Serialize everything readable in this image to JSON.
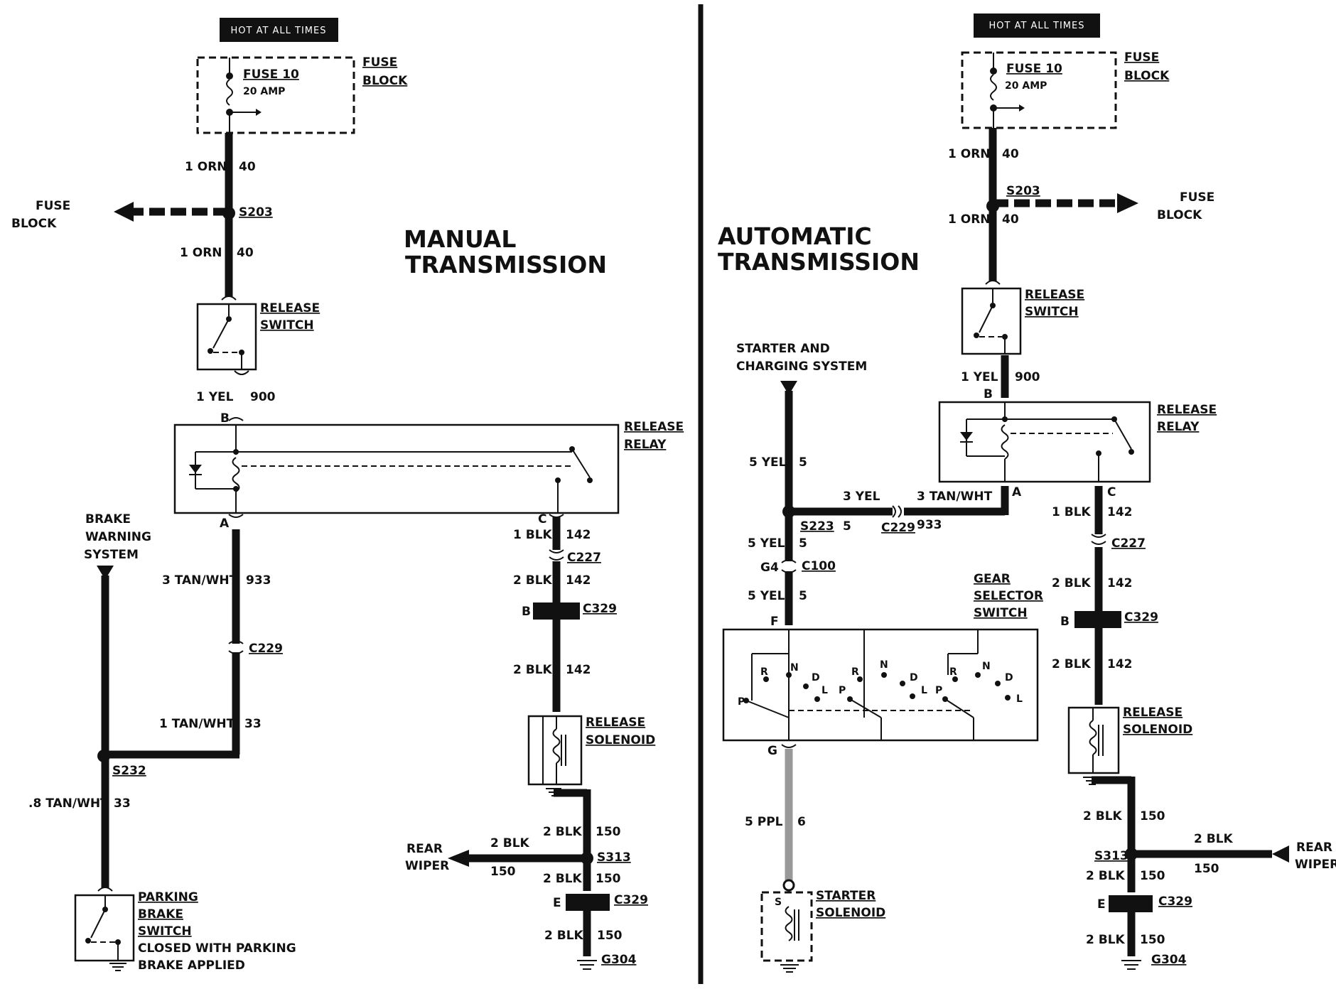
{
  "hot_banner": "HOT AT ALL TIMES",
  "manual": {
    "title_line1": "MANUAL",
    "title_line2": "TRANSMISSION",
    "fuse_name": "FUSE 10",
    "fuse_rating": "20 AMP",
    "fuse_block_line1": "FUSE",
    "fuse_block_line2": "BLOCK",
    "side_fuse_line1": "FUSE",
    "side_fuse_line2": "BLOCK",
    "w1_label": "1 ORN",
    "w1_circuit": "40",
    "splice_s203": "S203",
    "w2_label": "1 ORN",
    "w2_circuit": "40",
    "release_switch_line1": "RELEASE",
    "release_switch_line2": "SWITCH",
    "w3_label": "1 YEL",
    "w3_circuit": "900",
    "pin_b": "B",
    "release_relay_line1": "RELEASE",
    "release_relay_line2": "RELAY",
    "pin_a": "A",
    "pin_c": "C",
    "brake_line1": "BRAKE",
    "brake_line2": "WARNING",
    "brake_line3": "SYSTEM",
    "w4_label": "3 TAN/WHT",
    "w4_circuit": "933",
    "conn_c229": "C229",
    "w5_label": "1 TAN/WHT",
    "w5_circuit": "33",
    "splice_s232": "S232",
    "w6_label": ".8 TAN/WHT",
    "w6_circuit": "33",
    "parking_line1": "PARKING",
    "parking_line2": "BRAKE",
    "parking_line3": "SWITCH",
    "parking_line4": "CLOSED WITH PARKING",
    "parking_line5": "BRAKE APPLIED",
    "w7_label": "1 BLK",
    "w7_circuit": "142",
    "conn_c227": "C227",
    "w8_label": "2 BLK",
    "w8_circuit": "142",
    "pin_b2": "B",
    "conn_c329": "C329",
    "w9_label": "2 BLK",
    "w9_circuit": "142",
    "solenoid_line1": "RELEASE",
    "solenoid_line2": "SOLENOID",
    "w10_label": "2 BLK",
    "w10_circuit": "150",
    "rear_line1": "REAR",
    "rear_line2": "WIPER",
    "w11_label": "2 BLK",
    "w11_circuit": "150",
    "splice_s313": "S313",
    "w12_label": "2 BLK",
    "w12_circuit": "150",
    "pin_e": "E",
    "conn_c329b": "C329",
    "w13_label": "2 BLK",
    "w13_circuit": "150",
    "ground_g304": "G304"
  },
  "automatic": {
    "title_line1": "AUTOMATIC",
    "title_line2": "TRANSMISSION",
    "fuse_name": "FUSE 10",
    "fuse_rating": "20 AMP",
    "fuse_block_line1": "FUSE",
    "fuse_block_line2": "BLOCK",
    "side_fuse_line1": "FUSE",
    "side_fuse_line2": "BLOCK",
    "w1_label": "1 ORN",
    "w1_circuit": "40",
    "splice_s203": "S203",
    "w2_label": "1 ORN",
    "w2_circuit": "40",
    "release_switch_line1": "RELEASE",
    "release_switch_line2": "SWITCH",
    "w3_label": "1 YEL",
    "w3_circuit": "900",
    "pin_b": "B",
    "release_relay_line1": "RELEASE",
    "release_relay_line2": "RELAY",
    "pin_a": "A",
    "pin_c": "C",
    "starter_line1": "STARTER AND",
    "starter_line2": "CHARGING SYSTEM",
    "w4_label": "5 YEL",
    "w4_circuit": "5",
    "w5_label": "3 YEL",
    "w6_label": "3 TAN/WHT",
    "splice_s223": "S223",
    "s223_circuit": "5",
    "conn_c229": "C229",
    "c229_circuit": "933",
    "w7_label": "5 YEL",
    "w7_circuit": "5",
    "pin_g4": "G4",
    "conn_c100": "C100",
    "w8_label": "5 YEL",
    "w8_circuit": "5",
    "pin_f": "F",
    "gear_line1": "GEAR",
    "gear_line2": "SELECTOR",
    "gear_line3": "SWITCH",
    "pos_r": "R",
    "pos_n": "N",
    "pos_d": "D",
    "pos_l": "L",
    "pos_p": "P",
    "pin_g": "G",
    "w9_label": "5 PPL",
    "w9_circuit": "6",
    "starter_sol_line1": "STARTER",
    "starter_sol_line2": "SOLENOID",
    "pin_s": "S",
    "w10_label": "1 BLK",
    "w10_circuit": "142",
    "conn_c227": "C227",
    "w11_label": "2 BLK",
    "w11_circuit": "142",
    "pin_b2": "B",
    "conn_c329": "C329",
    "w12_label": "2 BLK",
    "w12_circuit": "142",
    "solenoid_line1": "RELEASE",
    "solenoid_line2": "SOLENOID",
    "w13_label": "2 BLK",
    "w13_circuit": "150",
    "splice_s313": "S313",
    "w14_label": "2 BLK",
    "w14_circuit": "150",
    "w15_label": "2 BLK",
    "w15_circuit": "150",
    "rear_line1": "REAR",
    "rear_line2": "WIPER",
    "pin_e": "E",
    "conn_c329b": "C329",
    "w16_label": "2 BLK",
    "w16_circuit": "150",
    "ground_g304": "G304"
  }
}
